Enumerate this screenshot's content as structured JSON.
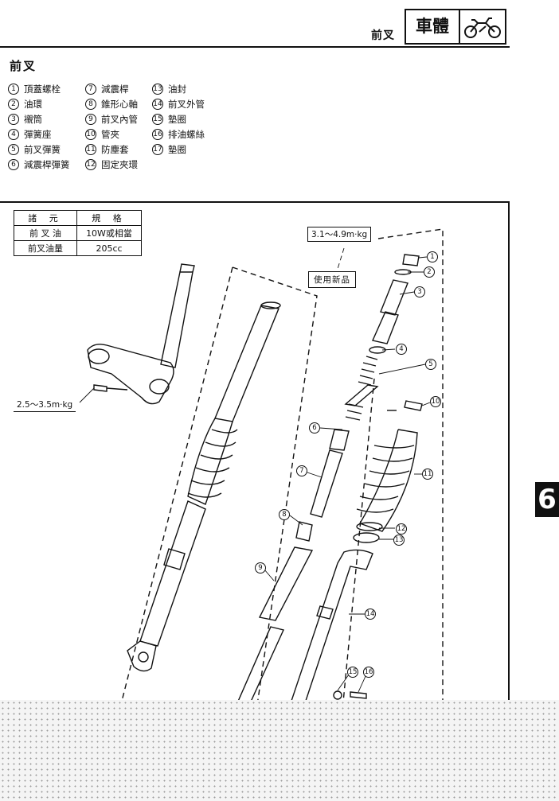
{
  "header": {
    "subtitle": "前叉",
    "title": "車體",
    "icon": "motorcycle-icon"
  },
  "section_title": "前叉",
  "legend": [
    {
      "num": "1",
      "label": "頂蓋螺栓"
    },
    {
      "num": "2",
      "label": "油環"
    },
    {
      "num": "3",
      "label": "襯筒"
    },
    {
      "num": "4",
      "label": "彈簧座"
    },
    {
      "num": "5",
      "label": "前叉彈簧"
    },
    {
      "num": "6",
      "label": "減震桿彈簧"
    },
    {
      "num": "7",
      "label": "減震桿"
    },
    {
      "num": "8",
      "label": "錐形心軸"
    },
    {
      "num": "9",
      "label": "前叉內管"
    },
    {
      "num": "10",
      "label": "管夾"
    },
    {
      "num": "11",
      "label": "防塵套"
    },
    {
      "num": "12",
      "label": "固定夾環"
    },
    {
      "num": "13",
      "label": "油封"
    },
    {
      "num": "14",
      "label": "前叉外管"
    },
    {
      "num": "15",
      "label": "墊圈"
    },
    {
      "num": "16",
      "label": "排油螺絲"
    },
    {
      "num": "17",
      "label": "墊圈"
    }
  ],
  "spec_table": {
    "headers": [
      "諸 元",
      "規 格"
    ],
    "rows": [
      [
        "前 叉 油",
        "10W或相當"
      ],
      [
        "前叉油量",
        "205cc"
      ]
    ]
  },
  "diagram": {
    "torque_top": "3.1～4.9m·kg",
    "torque_left": "2.5～3.5m·kg",
    "new_part": "使用新品",
    "callouts": [
      "1",
      "2",
      "3",
      "4",
      "5",
      "6",
      "7",
      "8",
      "9",
      "10",
      "11",
      "12",
      "13",
      "14",
      "15",
      "16"
    ]
  },
  "page_tab": "6"
}
